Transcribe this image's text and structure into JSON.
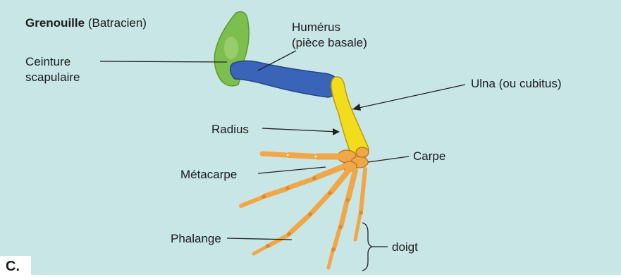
{
  "title": {
    "name": "Grenouille",
    "group": "(Batracien)"
  },
  "panel_tag": "C.",
  "labels": {
    "ceinture_line1": "Ceinture",
    "ceinture_line2": "scapulaire",
    "humerus_line1": "Humérus",
    "humerus_line2": "(pièce basale)",
    "ulna": "Ulna (ou cubitus)",
    "radius": "Radius",
    "carpe": "Carpe",
    "metacarpe": "Métacarpe",
    "phalange": "Phalange",
    "doigt": "doigt"
  },
  "colors": {
    "background": "#c8e6e6",
    "ceinture": "#7dbf4e",
    "humerus": "#3a64b8",
    "ulna_radius": "#f2dc1c",
    "hand": "#f0a748",
    "leader_line": "#222222"
  }
}
